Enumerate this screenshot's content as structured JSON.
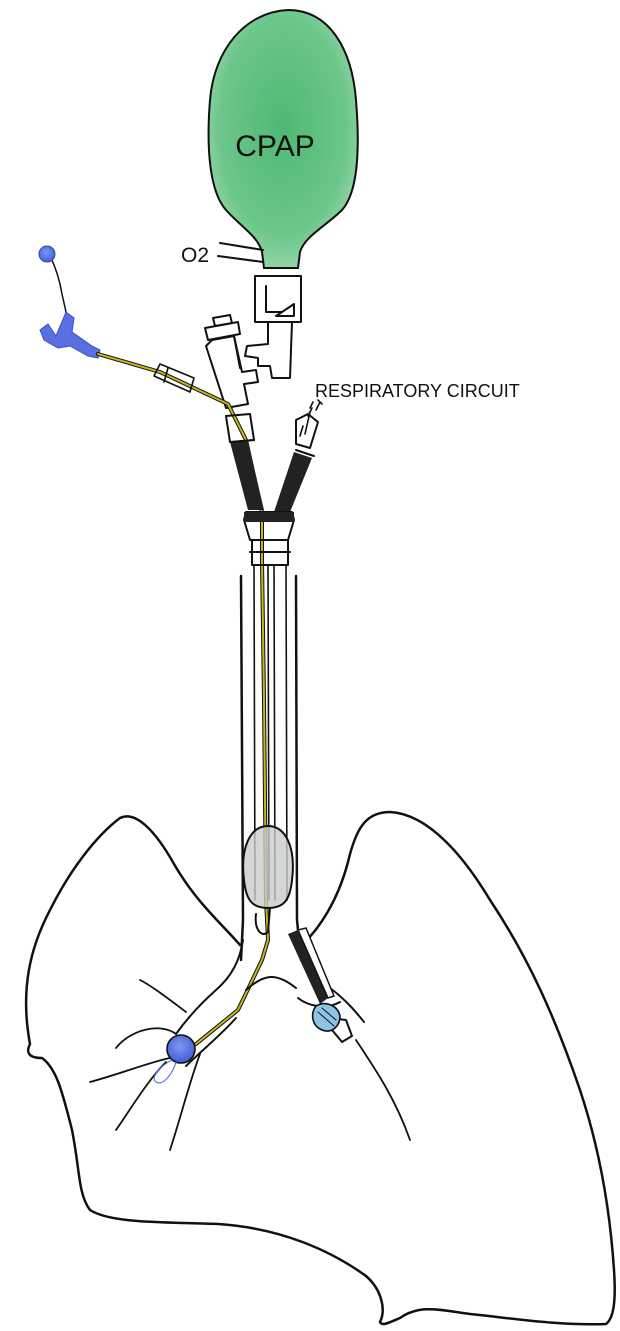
{
  "labels": {
    "cpap": "CPAP",
    "o2": "O2",
    "respiratory_circuit": "RESPIRATORY CIRCUIT"
  },
  "colors": {
    "cpap_bag": "#5cbf7e",
    "blocker_balloon": "#5a78e6",
    "syringe": "#5a6fe0",
    "guide_wire": "#b7a21a",
    "tube_cuff": "#c9cdc9",
    "outline": "#111111"
  }
}
